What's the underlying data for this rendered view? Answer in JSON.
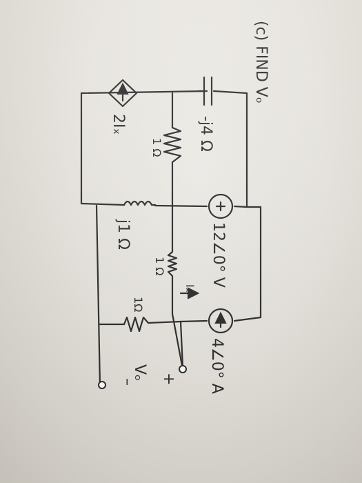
{
  "notes": {
    "heading": "(c) FIND Vₒ",
    "capacitor": "-j4 Ω",
    "dependent_source": "2Iₓ",
    "resistor_left": "1 Ω",
    "inductor": "j1 Ω",
    "voltage_source": "12∠0° V",
    "resistor_mid": "1 Ω",
    "current_ix": "Iₓ",
    "resistor_right": "1Ω",
    "current_source": "4∠0° A",
    "vo_label": "Vₒ",
    "plus_sign": "+",
    "minus_sign": "–"
  },
  "colors": {
    "ink": "#2a2a2a",
    "paper": "#e7e4de"
  },
  "icons": {
    "dependent_source_symbol": "diamond-arrow-icon",
    "current_source_symbol": "circle-arrow-icon",
    "voltage_source_symbol": "circle-plus-minus-icon"
  }
}
